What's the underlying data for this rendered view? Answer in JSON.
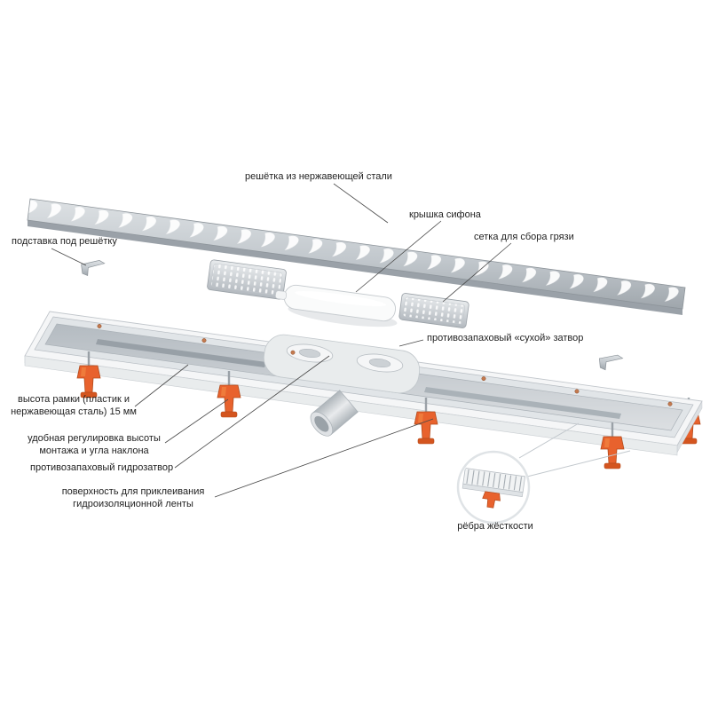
{
  "labels": {
    "grate": "решётка из нержавеющей стали",
    "siphon_cover": "крышка сифона",
    "dirt_mesh": "сетка для сбора грязи",
    "grate_stand": "подставка под решётку",
    "dry_trap": "противозапаховый «сухой» затвор",
    "frame_height": "высота рамки (пластик и\nнержавеющая сталь) 15 мм",
    "height_adjust": "удобная регулировка высоты\nмонтажа и угла наклона",
    "water_trap": "противозапаховый гидрозатвор",
    "glue_surface": "поверхность для приклеивания\nгидроизоляционной ленты",
    "ribs": "рёбра жёсткости"
  },
  "colors": {
    "accent_orange": "#E8622D",
    "metal_light": "#D8DCDF",
    "metal_dark": "#9FA6AC",
    "leader_line": "#4A4A4A",
    "background": "#FFFFFF"
  }
}
